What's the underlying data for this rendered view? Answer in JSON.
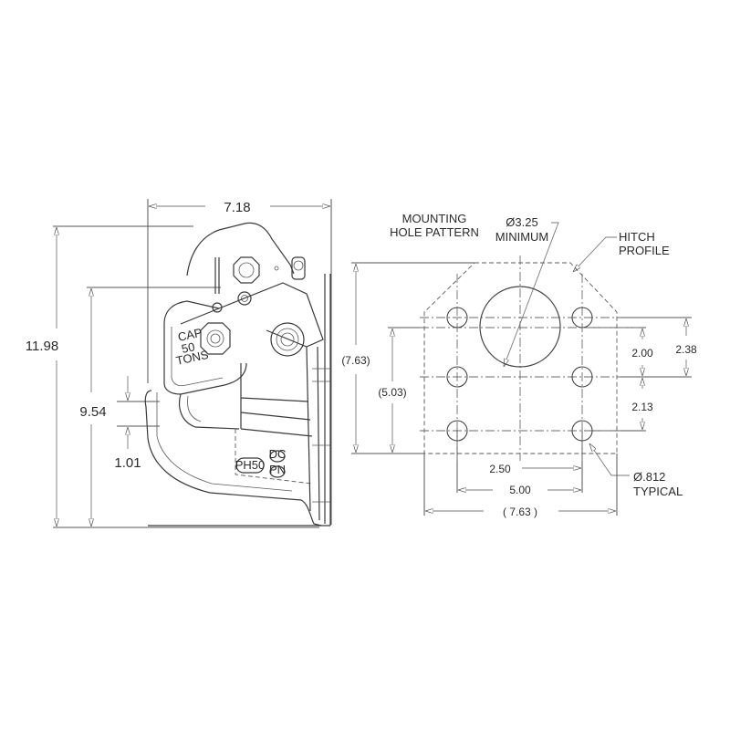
{
  "side_view": {
    "dimensions": {
      "width": "7.18",
      "overall_height": "11.98",
      "pin_height": "9.54",
      "jaw_opening": "1.01"
    },
    "markings": {
      "cap_line1": "CAP",
      "cap_line2": "50",
      "cap_line3": "TONS",
      "model": "PH50",
      "badge_top": "DC",
      "badge_bottom": "PN"
    }
  },
  "mounting_view": {
    "title_line1": "MOUNTING",
    "title_line2": "HOLE PATTERN",
    "center_hole_line1": "Ø3.25",
    "center_hole_line2": "MINIMUM",
    "profile_line1": "HITCH",
    "profile_line2": "PROFILE",
    "bolt_hole_line1": "Ø.812",
    "bolt_hole_line2": "TYPICAL",
    "dimensions": {
      "overall_height": "(7.63)",
      "hole_span_height": "(5.03)",
      "upper_spacing": "2.00",
      "top_offset": "2.38",
      "lower_spacing": "2.13",
      "half_width": "2.50",
      "hole_span_width": "5.00",
      "overall_width": "( 7.63 )"
    }
  }
}
